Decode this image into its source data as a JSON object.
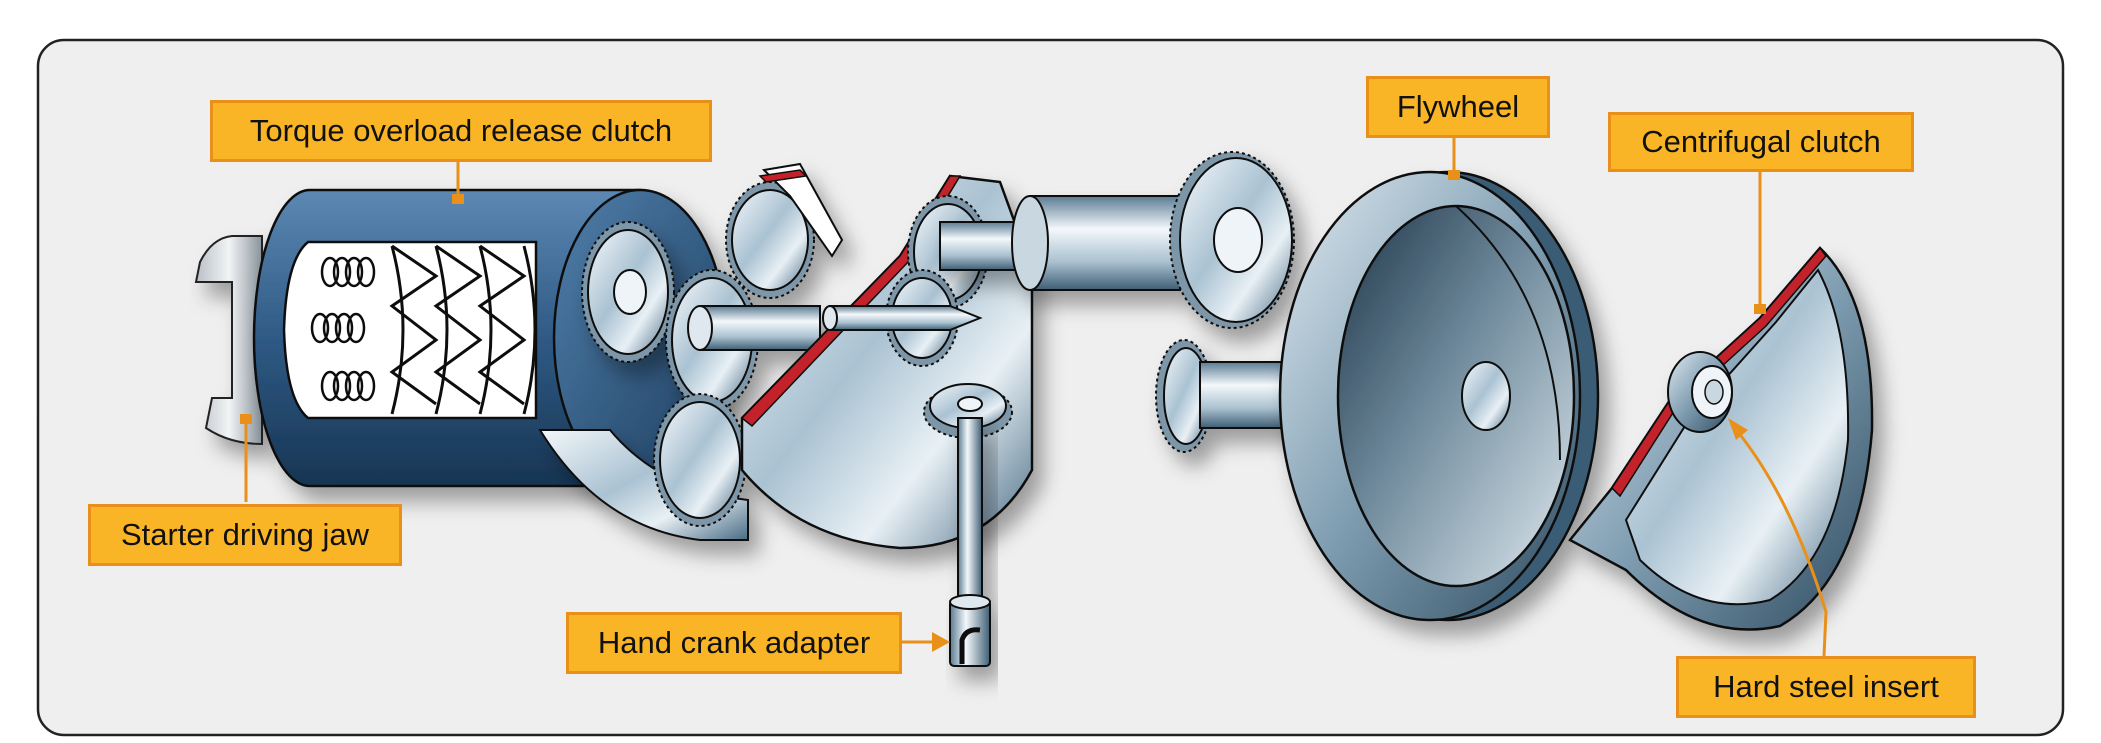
{
  "labels": {
    "torque_clutch": "Torque overload release clutch",
    "flywheel": "Flywheel",
    "centrifugal_clutch": "Centrifugal clutch",
    "starter_jaw": "Starter driving jaw",
    "hand_crank": "Hand crank adapter",
    "steel_insert": "Hard steel insert"
  },
  "colors": {
    "label_fill": "#f9b525",
    "label_border": "#e8901a",
    "leader": "#e8901a",
    "housing_blue": "#2f5a85",
    "metal_light": "#e6eef4",
    "metal_dark": "#4a6e86",
    "cut_red": "#c4222a",
    "panel_bg": "#efefef"
  }
}
